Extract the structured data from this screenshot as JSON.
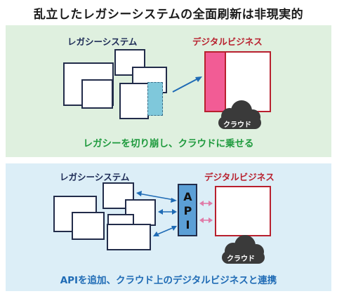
{
  "title": "乱立したレガシーシステムの全面刷新は非現実的",
  "top": {
    "legacy_label": "レガシーシステム",
    "digital_label": "デジタルビジネス",
    "cloud_label": "クラウド",
    "caption": "レガシーを切り崩し、クラウドに乗せる"
  },
  "bottom": {
    "legacy_label": "レガシーシステム",
    "digital_label": "デジタルビジネス",
    "api_label": "API",
    "cloud_label": "クラウド",
    "caption": "APIを追加、クラウド上のデジタルビジネスと連携"
  },
  "colors": {
    "top_bg": "#dff0df",
    "bottom_bg": "#dceef7",
    "navy": "#222c4a",
    "red": "#b8202e",
    "pink": "#f25c95",
    "cyan": "#7fc8db",
    "arrow_blue": "#1f6bb5",
    "green_text": "#1e9a3d",
    "pink_arrow": "#e07ba8"
  }
}
